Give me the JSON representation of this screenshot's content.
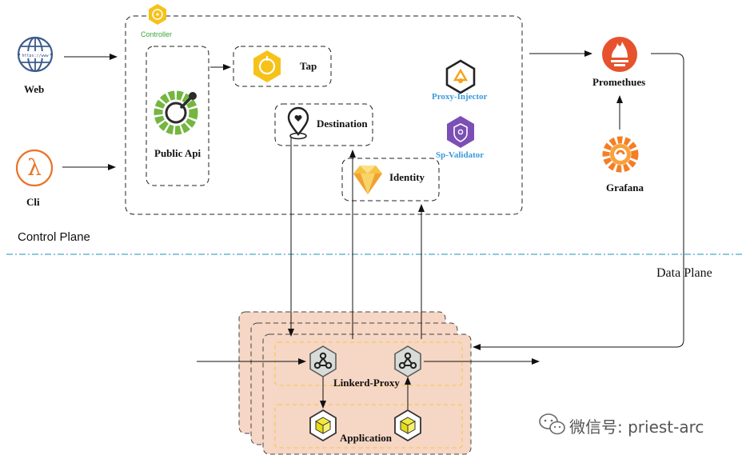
{
  "colors": {
    "controller_green": "#3aa63a",
    "injector_blue": "#3a9ad9",
    "kube_yellow": "#f6c21a",
    "linkerd_green": "#74b640",
    "dark": "#2b2b2b",
    "prom_orange": "#e6522c",
    "aws_orange": "#e8752a",
    "sketch_yellow": "#f7c244",
    "purple": "#7b4fb5",
    "proxy_peach": "#f6d6c4",
    "proxy_border": "#e8a98a",
    "dash_blue": "#4aa6c8"
  },
  "clients": {
    "web": {
      "label": "Web",
      "icon": "globe-icon",
      "sublabel": "https://www"
    },
    "cli": {
      "label": "Cli",
      "icon": "lambda-icon"
    }
  },
  "control_plane": {
    "controller_label": "Controller",
    "public_api_label": "Public Api",
    "tap_label": "Tap",
    "destination_label": "Destination",
    "identity_label": "Identity",
    "proxy_injector_label": "Proxy-Injector",
    "sp_validator_label": "Sp-Validator",
    "plane_label": "Control Plane"
  },
  "monitoring": {
    "prometheus_label": "Promethues",
    "grafana_label": "Grafana"
  },
  "data_plane": {
    "plane_label": "Data Plane",
    "linkerd_proxy_label": "Linkerd-Proxy",
    "application_label": "Application"
  },
  "watermark": {
    "text": "微信号: priest-arc"
  }
}
